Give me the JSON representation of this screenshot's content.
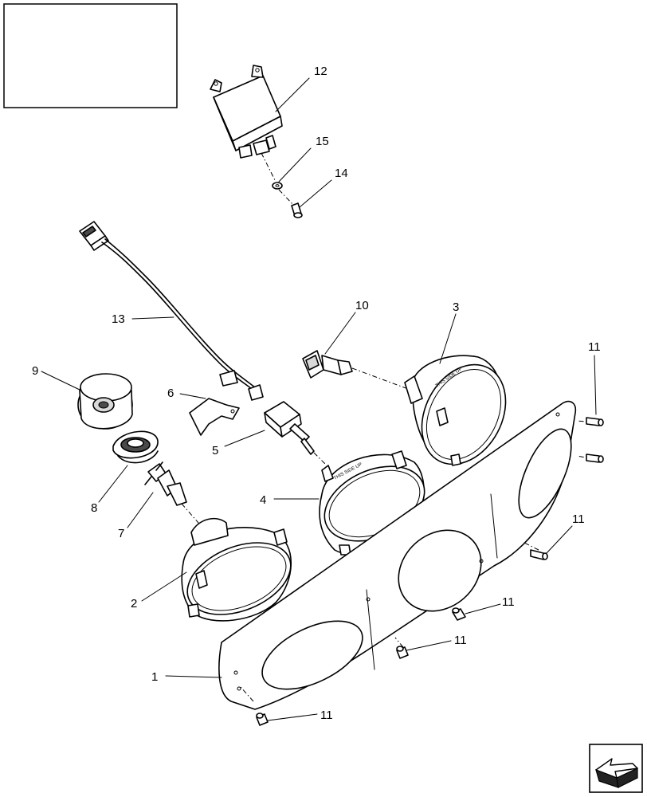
{
  "callouts": {
    "c1": "1",
    "c2": "2",
    "c3": "3",
    "c4": "4",
    "c5": "5",
    "c6": "6",
    "c7": "7",
    "c8": "8",
    "c9": "9",
    "c10": "10",
    "c11a": "11",
    "c11b": "11",
    "c11c": "11",
    "c11d": "11",
    "c11e": "11",
    "c12": "12",
    "c13": "13",
    "c14": "14",
    "c15": "15"
  },
  "lamp_text": {
    "lamp3": "THIS SIDE UP",
    "lamp4": "THIS SIDE UP"
  },
  "nav_icon": "next-page-arrow-icon"
}
